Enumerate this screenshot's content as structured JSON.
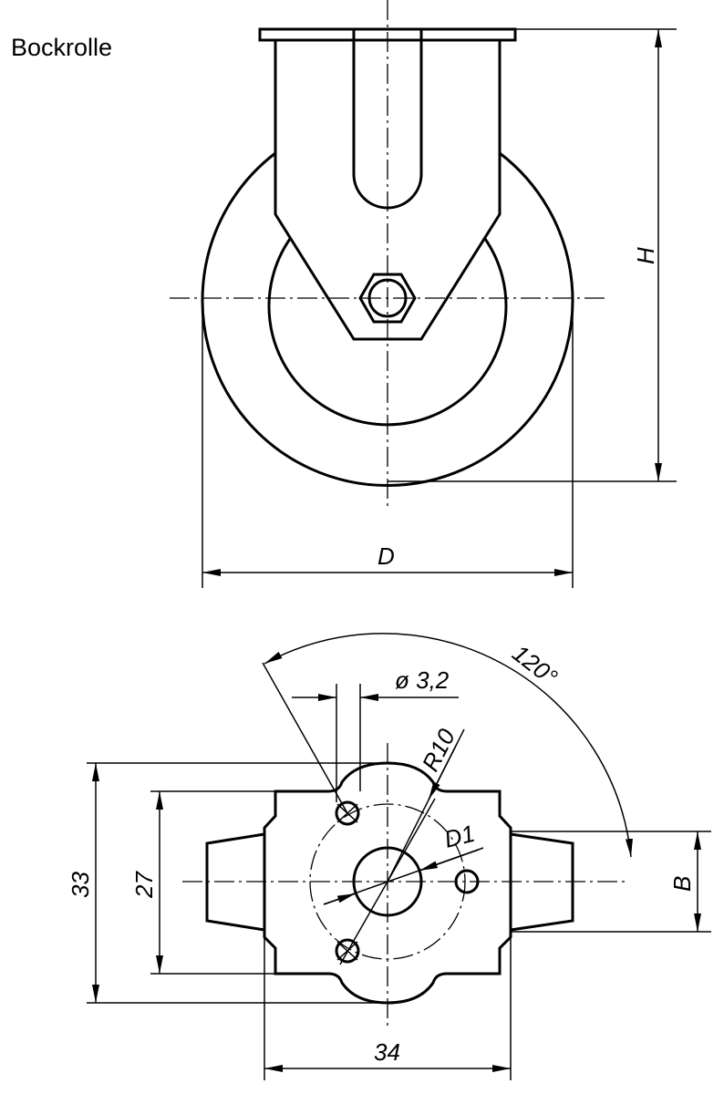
{
  "title": "Bockrolle",
  "side_view": {
    "dim_height": "H",
    "dim_diameter": "D"
  },
  "bottom_view": {
    "dim_angle": "120°",
    "dim_hole": "ø 3,2",
    "dim_radius": "R10",
    "dim_bore": "D1",
    "dim_outer_height": "33",
    "dim_inner_height": "27",
    "dim_width": "34",
    "dim_hub": "B"
  }
}
